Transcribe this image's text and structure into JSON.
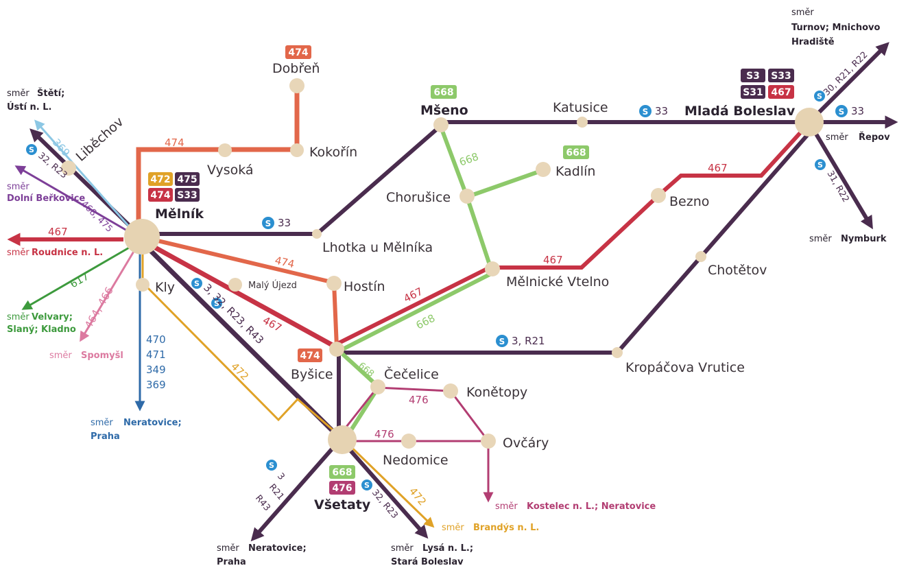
{
  "colors": {
    "purple": "#4a2c4e",
    "red": "#c73345",
    "orange": "#e2674a",
    "green": "#8dc96a",
    "yellow": "#e0a227",
    "blue": "#2e6aa8",
    "violet": "#7d3f98",
    "darkgreen": "#3d9a3d",
    "pink": "#dc7aa0",
    "lightblue": "#8cc7e4",
    "magenta": "#b23d72",
    "sbahn": "#2b8fd0"
  },
  "stations": {
    "melnik": "Mělník",
    "liblechov": "Liběchov",
    "vysoka": "Vysoká",
    "kokorin": "Kokořín",
    "dobren": "Dobřeň",
    "mseno": "Mšeno",
    "katusice": "Katusice",
    "mlada_boleslav": "Mladá Boleslav",
    "kadlin": "Kadlín",
    "chorusice": "Chorušice",
    "bezno": "Bezno",
    "lhotka": "Lhotka u Mělníka",
    "chotetov": "Chotětov",
    "kly": "Kly",
    "maly_ujezd": "Malý Újezd",
    "hostin": "Hostín",
    "melnicke_vtelno": "Mělnické Vtelno",
    "bysice": "Byšice",
    "kropacova": "Kropáčova Vrutice",
    "cecelice": "Čečelice",
    "konetopy": "Konětopy",
    "nedomice": "Nedomice",
    "ovcary": "Ovčáry",
    "vsetaty": "Všetaty"
  },
  "directions": {
    "smer": "směr",
    "steti_1": "Štětí;",
    "steti_2": "Ústí n. L.",
    "dolni_berkovice": "Dolní Beřkovice",
    "roudnice": "Roudnice n. L.",
    "velvary_1": "Velvary;",
    "velvary_2": "Slaný; Kladno",
    "spomysl": "Spomyšl",
    "neratovice_1": "Neratovice;",
    "neratovice_2": "Praha",
    "neratovice_s_1": "Neratovice;",
    "neratovice_s_2": "Praha",
    "lysa_1": "Lysá n. L.;",
    "lysa_2": "Stará Boleslav",
    "brandys": "Brandýs n. L.",
    "kostelec": "Kostelec n. L.; Neratovice",
    "nymburk": "Nymburk",
    "repov": "Řepov",
    "turnov_1": "Turnov; Mnichovo",
    "turnov_2": "Hradiště"
  },
  "badges": {
    "b474": "474",
    "b472": "472",
    "b475": "475",
    "bS33": "S33",
    "b668": "668",
    "bS3": "S3",
    "bS31": "S31",
    "b467": "467",
    "b476": "476",
    "sym_s": "S"
  },
  "line_labels": {
    "l474": "474",
    "l467": "467",
    "l668": "668",
    "l476": "476",
    "l472": "472",
    "l617": "617",
    "l369": "369",
    "s33": "33",
    "s32_r23": "32, R23",
    "s468_475": "468, 475",
    "s464_466": "464, 466",
    "s470": "470",
    "s471": "471",
    "s349": "349",
    "s369": "369",
    "s3_32": "3, 32, R23, R43",
    "s3_r21": "3, R21",
    "s3": "3",
    "r21": "R21",
    "r43": "R43",
    "s30": "30, R21, R22",
    "s31_r22": "31, R22",
    "s32_r23_b": "32, R23"
  }
}
